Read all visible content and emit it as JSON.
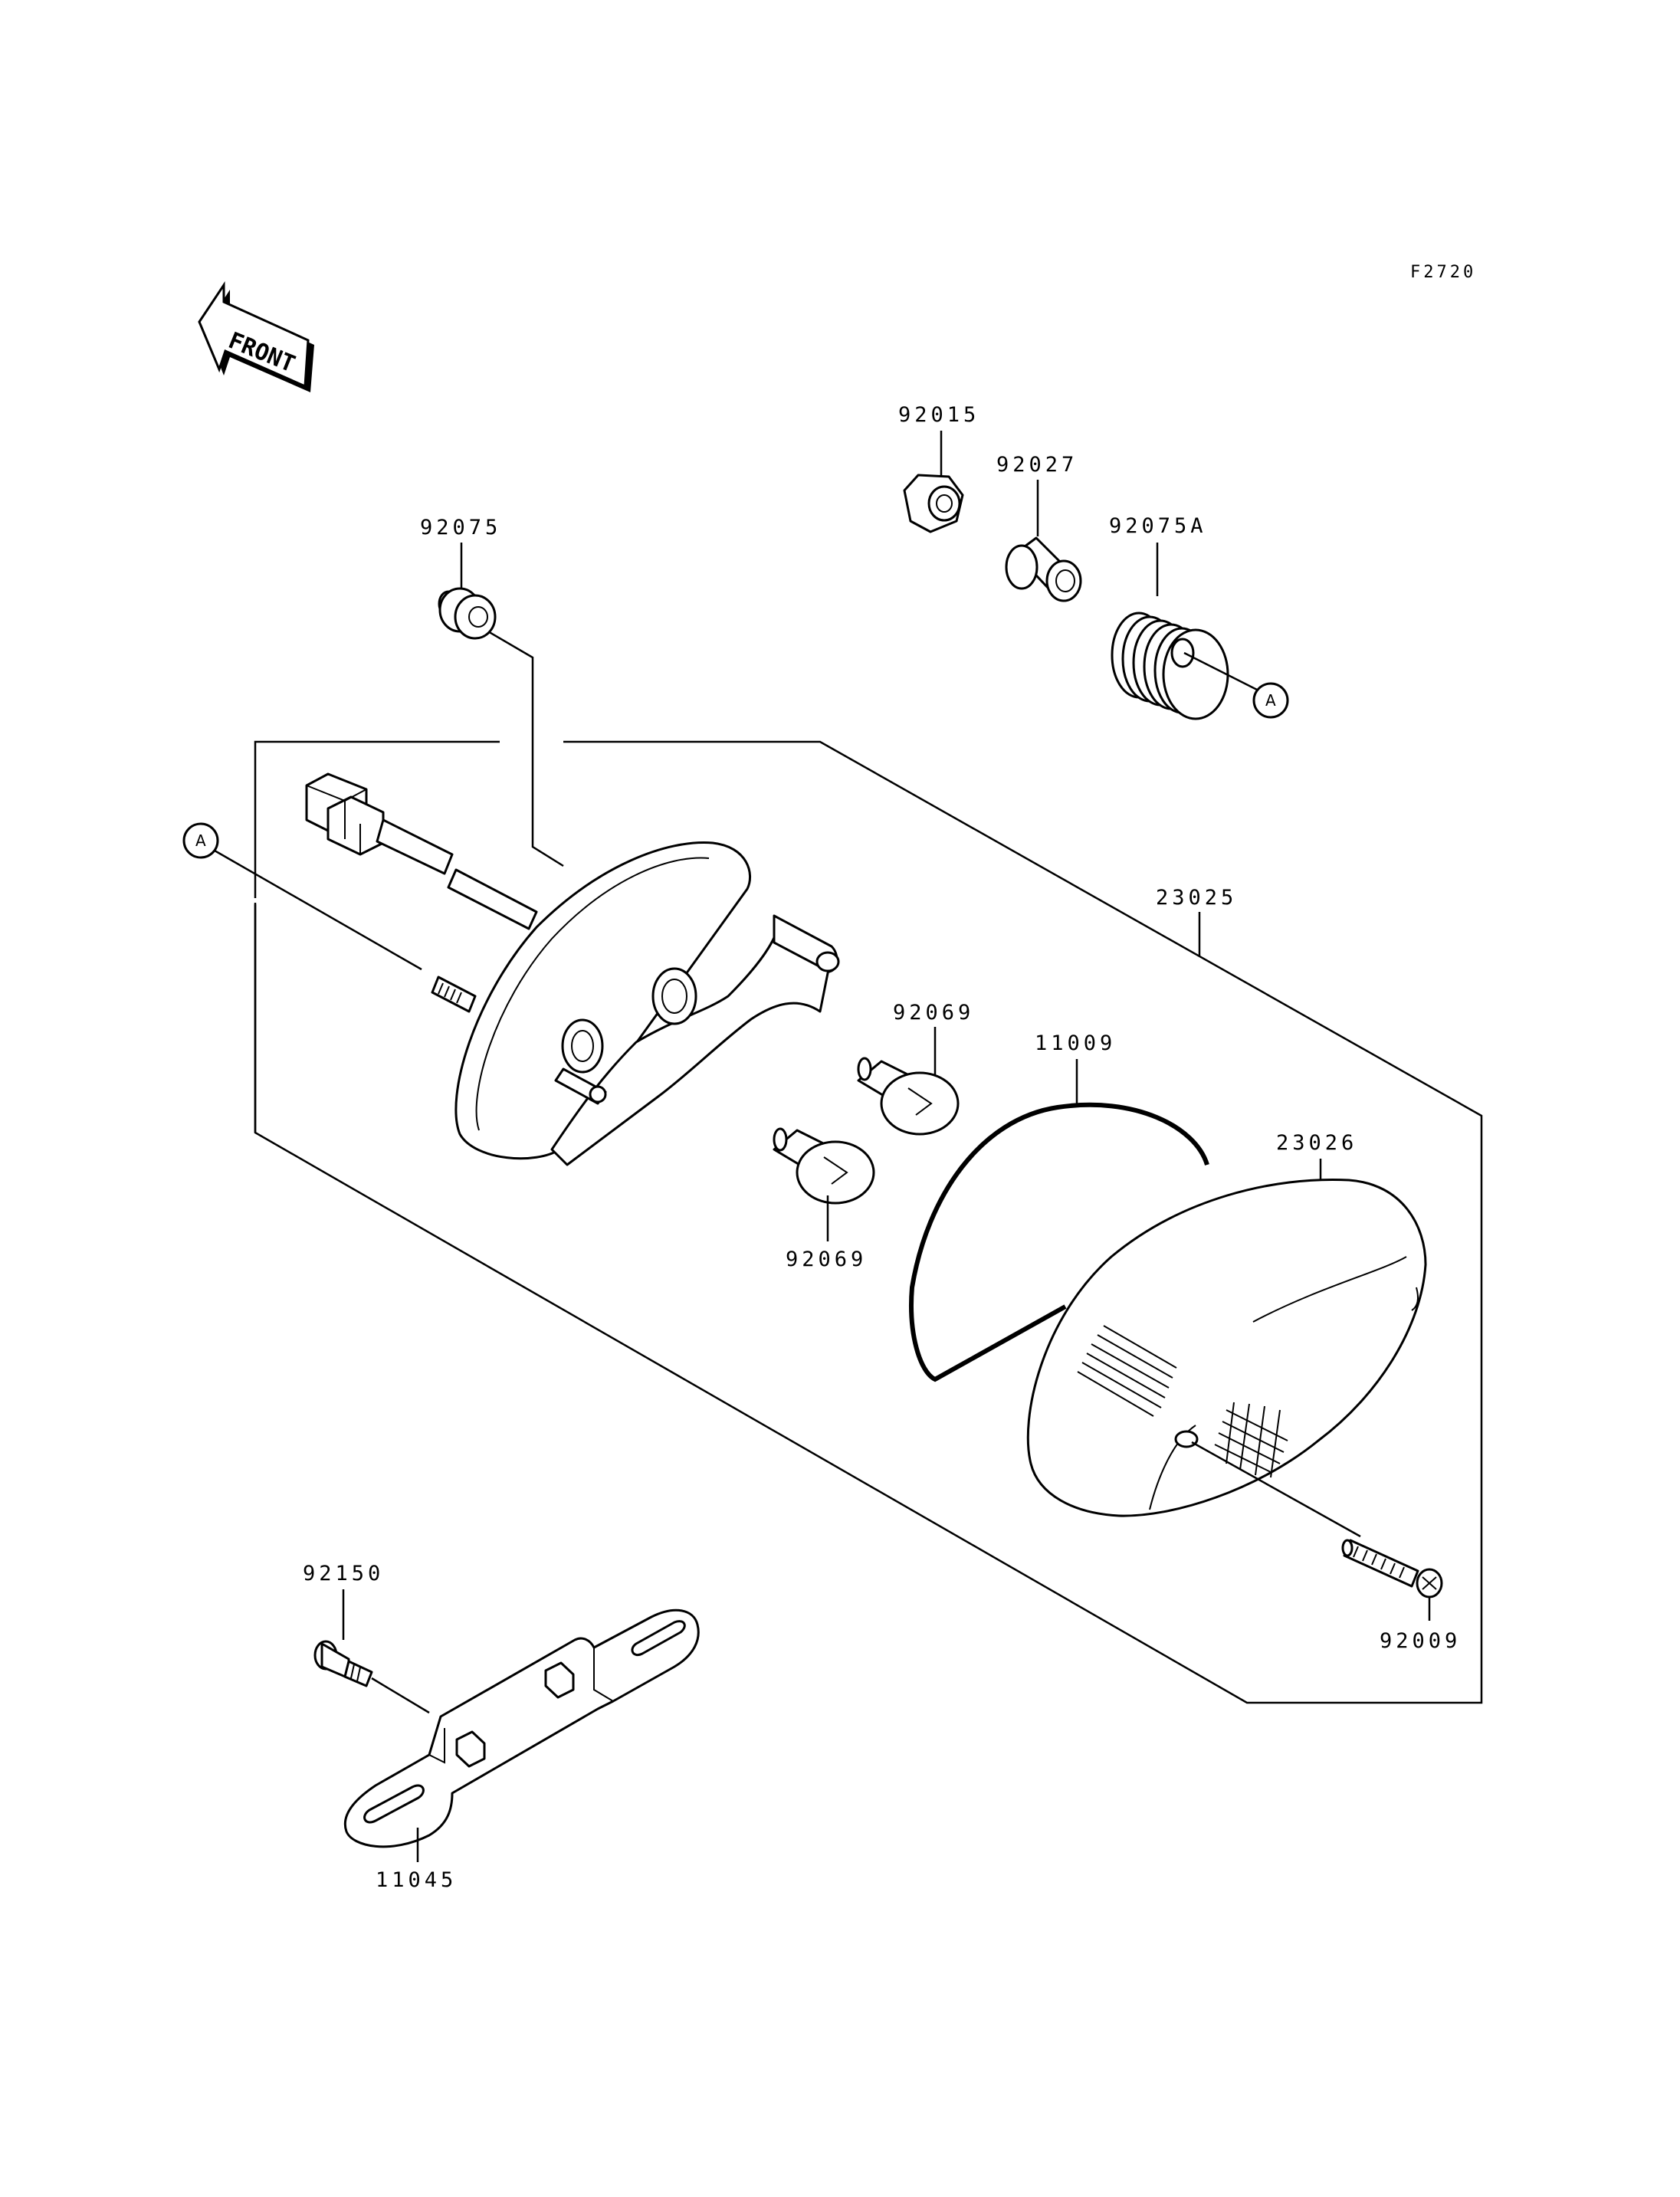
{
  "figure_code": "F2720",
  "front_label": "FRONT",
  "reference_marker": "A",
  "parts": {
    "p92015": "92015",
    "p92027": "92027",
    "p92075A": "92075A",
    "p92075": "92075",
    "p23025": "23025",
    "p92069_upper": "92069",
    "p92069_lower": "92069",
    "p11009": "11009",
    "p23026": "23026",
    "p92150": "92150",
    "p92009": "92009",
    "p11045": "11045"
  }
}
